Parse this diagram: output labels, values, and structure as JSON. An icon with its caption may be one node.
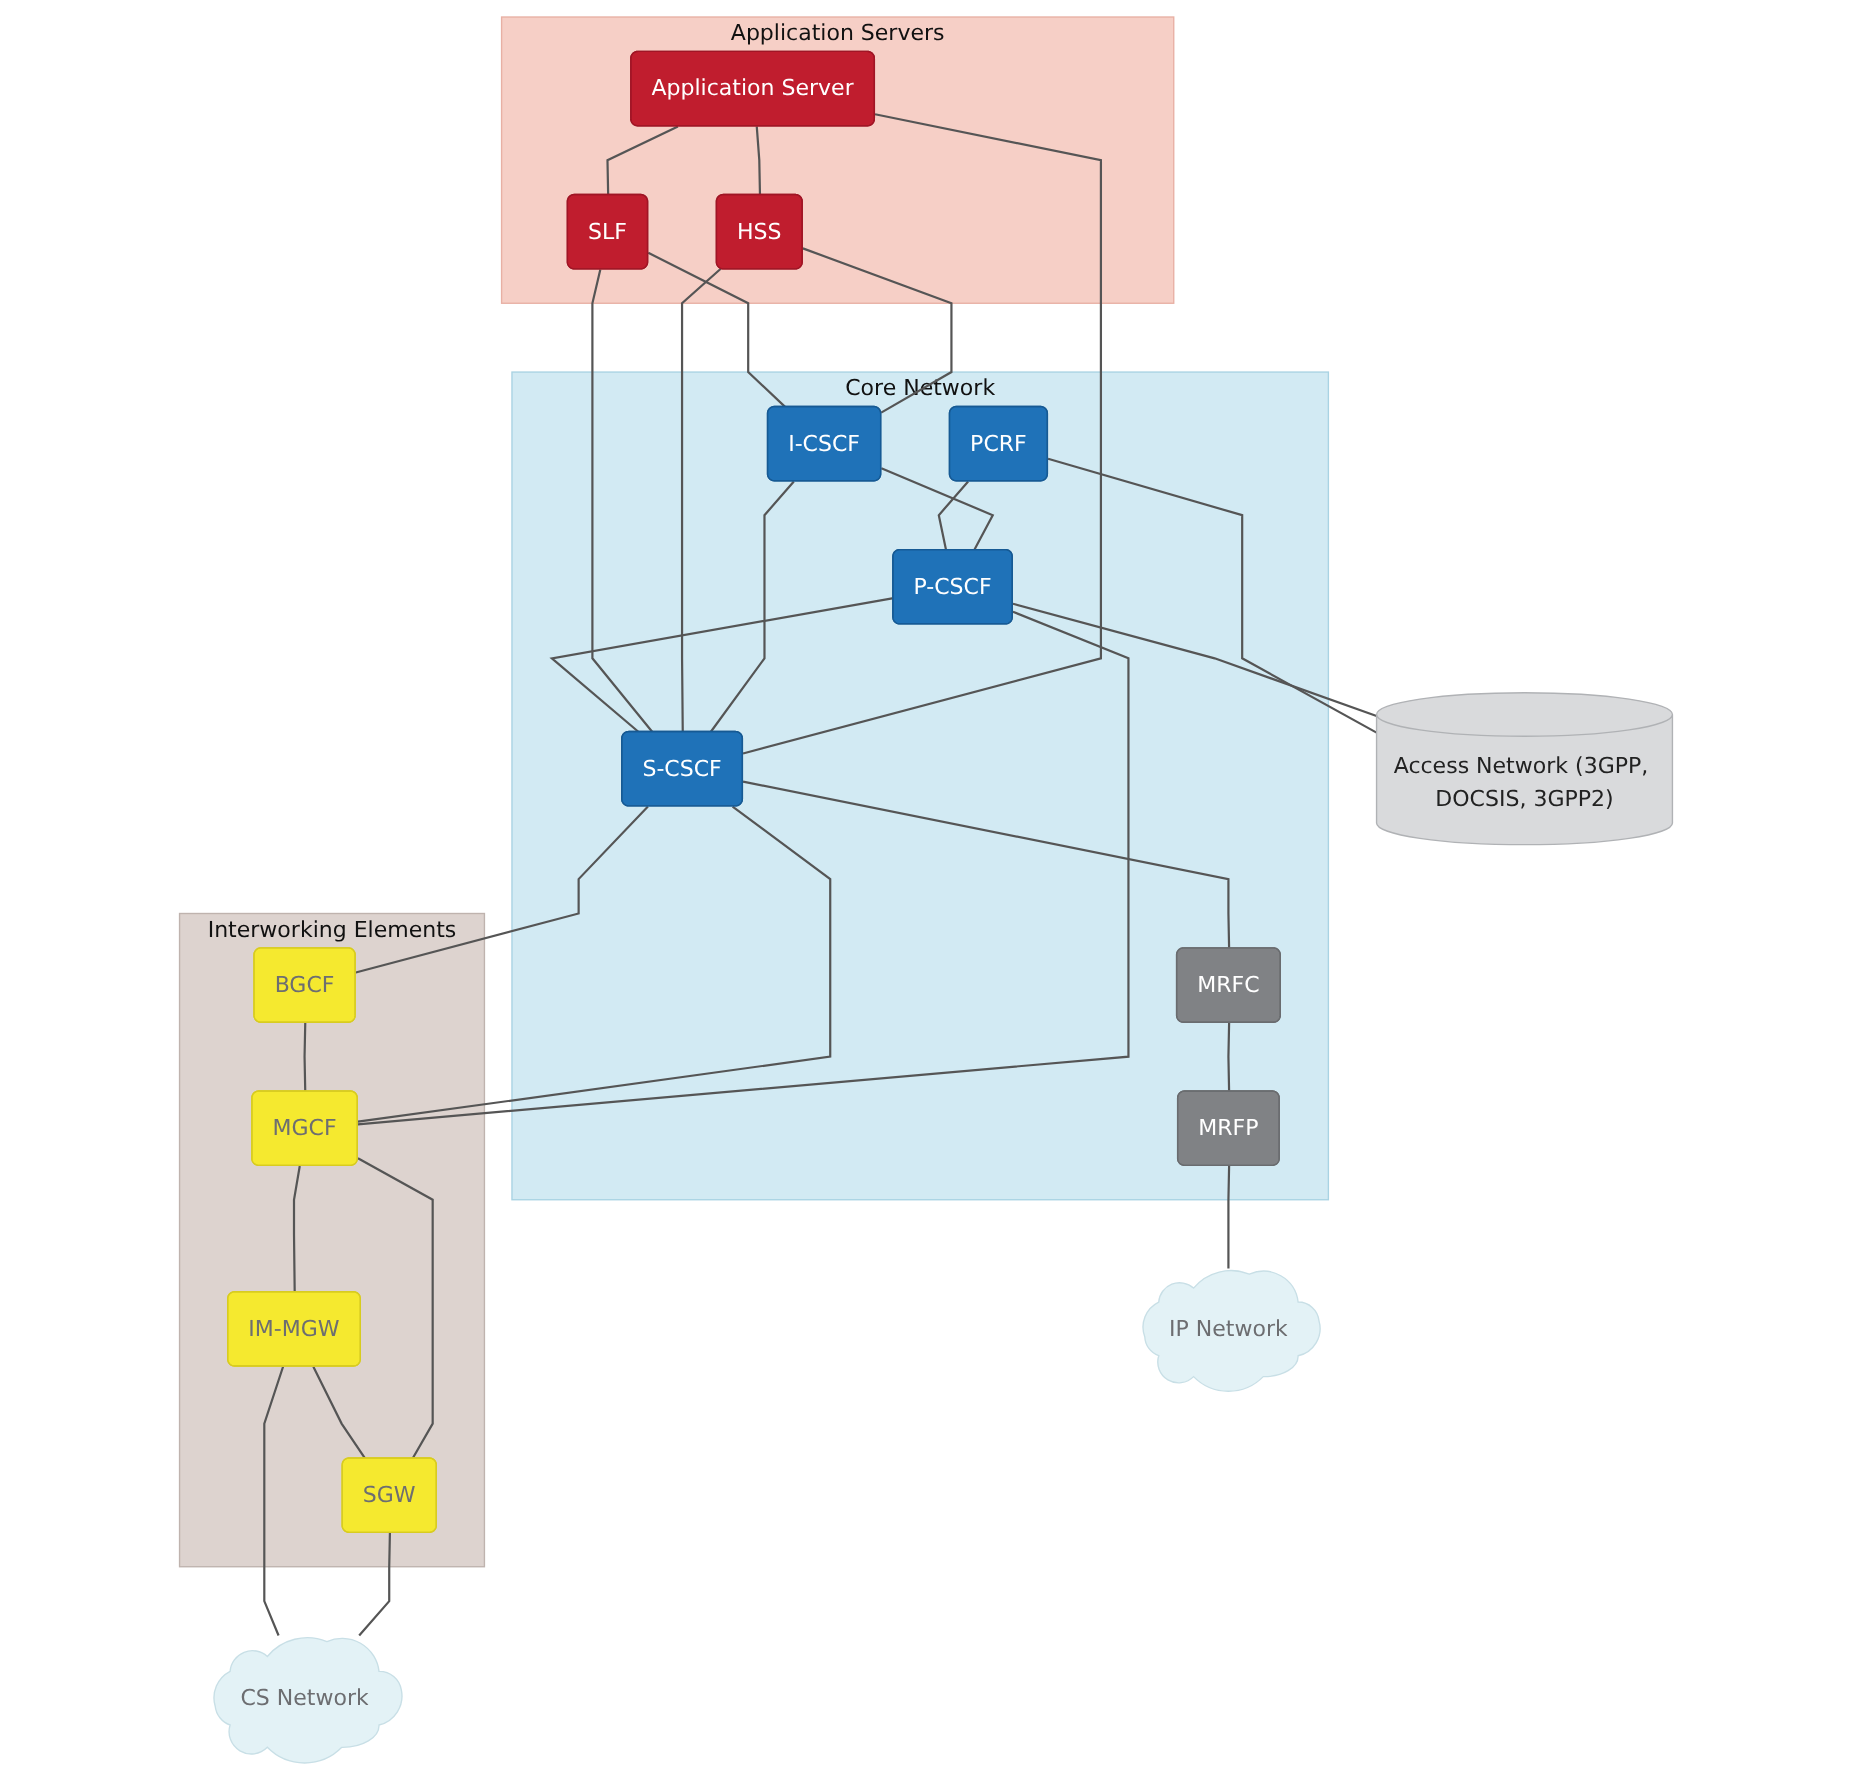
{
  "diagram": {
    "nodes": [
      {
        "text": [
          "Application Servers"
        ]
      },
      {
        "text": [
          "Application Server"
        ],
        "in": 0
      },
      {
        "text": [
          "SLF"
        ],
        "in": 0
      },
      {
        "text": [
          "HSS"
        ],
        "in": 0
      },
      {
        "text": [
          "Core Network"
        ]
      },
      {
        "text": [
          "I-CSCF"
        ],
        "in": 4
      },
      {
        "text": [
          "PCRF"
        ],
        "in": 4
      },
      {
        "text": [
          "P-CSCF"
        ],
        "in": 4
      },
      {
        "text": [
          "S-CSCF"
        ],
        "in": 4
      },
      {
        "text": [
          "MRFC"
        ],
        "in": 4
      },
      {
        "text": [
          "MRFP"
        ],
        "in": 4
      },
      {
        "text": [
          "Access Network (3GPP, DOCSIS, 3GPP2)"
        ]
      },
      {
        "text": [
          "Interworking Elements"
        ]
      },
      {
        "text": [
          "MGCF"
        ],
        "in": 12
      },
      {
        "text": [
          "BGCF"
        ],
        "in": 12
      },
      {
        "text": [
          "IM-MGW"
        ],
        "in": 12
      },
      {
        "text": [
          "SGW"
        ],
        "in": 12
      },
      {
        "text": [
          "IP Network"
        ]
      },
      {
        "text": [
          "CS Network"
        ]
      }
    ],
    "edges": [
      {
        "from": 1,
        "to": 2,
        "arrow": "none"
      },
      {
        "from": 1,
        "to": 3,
        "arrow": "none"
      },
      {
        "from": 1,
        "to": 8,
        "arrow": "none"
      },
      {
        "from": 3,
        "to": 5,
        "arrow": "none"
      },
      {
        "from": 2,
        "to": 5,
        "arrow": "none"
      },
      {
        "from": 5,
        "to": 8,
        "arrow": "none"
      },
      {
        "from": 3,
        "to": 8,
        "arrow": "none"
      },
      {
        "from": 2,
        "to": 8,
        "arrow": "none"
      },
      {
        "from": 5,
        "to": 7,
        "arrow": "none"
      },
      {
        "from": 6,
        "to": 7,
        "arrow": "none"
      },
      {
        "from": 7,
        "to": 8,
        "arrow": "none"
      },
      {
        "from": 8,
        "to": 14,
        "arrow": "none"
      },
      {
        "from": 7,
        "to": 13,
        "arrow": "none"
      },
      {
        "from": 8,
        "to": 13,
        "arrow": "none"
      },
      {
        "from": 8,
        "to": 9,
        "arrow": "none"
      },
      {
        "from": 9,
        "to": 10,
        "arrow": "none"
      },
      {
        "from": 10,
        "to": 17,
        "arrow": "none"
      },
      {
        "from": 6,
        "to": 11,
        "arrow": "none"
      },
      {
        "from": 7,
        "to": 11,
        "arrow": "none"
      },
      {
        "from": 14,
        "to": 13,
        "arrow": "none"
      },
      {
        "from": 13,
        "to": 15,
        "arrow": "none"
      },
      {
        "from": 13,
        "to": 16,
        "arrow": "none"
      },
      {
        "from": 15,
        "to": 16,
        "arrow": "none"
      },
      {
        "from": 16,
        "to": 18,
        "arrow": "none"
      },
      {
        "from": 15,
        "to": 18,
        "arrow": "none"
      }
    ]
  }
}
